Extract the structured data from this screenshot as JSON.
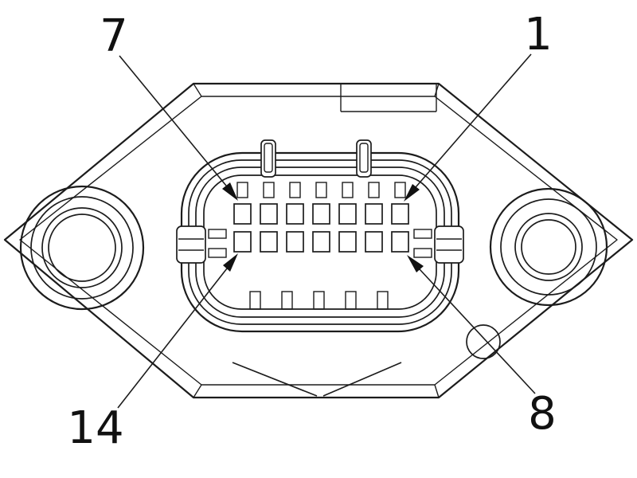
{
  "diagram": {
    "background": "#ffffff",
    "line_color": "#1c1c1c",
    "arrow_color": "#111111",
    "callouts": [
      {
        "label": "7",
        "points_to": "top-row-left-pin"
      },
      {
        "label": "1",
        "points_to": "top-row-right-pin"
      },
      {
        "label": "14",
        "points_to": "bottom-row-left-pin"
      },
      {
        "label": "8",
        "points_to": "bottom-row-right-pin"
      }
    ],
    "pins": {
      "rows": 2,
      "pins_per_row": 7,
      "total": 14
    }
  }
}
